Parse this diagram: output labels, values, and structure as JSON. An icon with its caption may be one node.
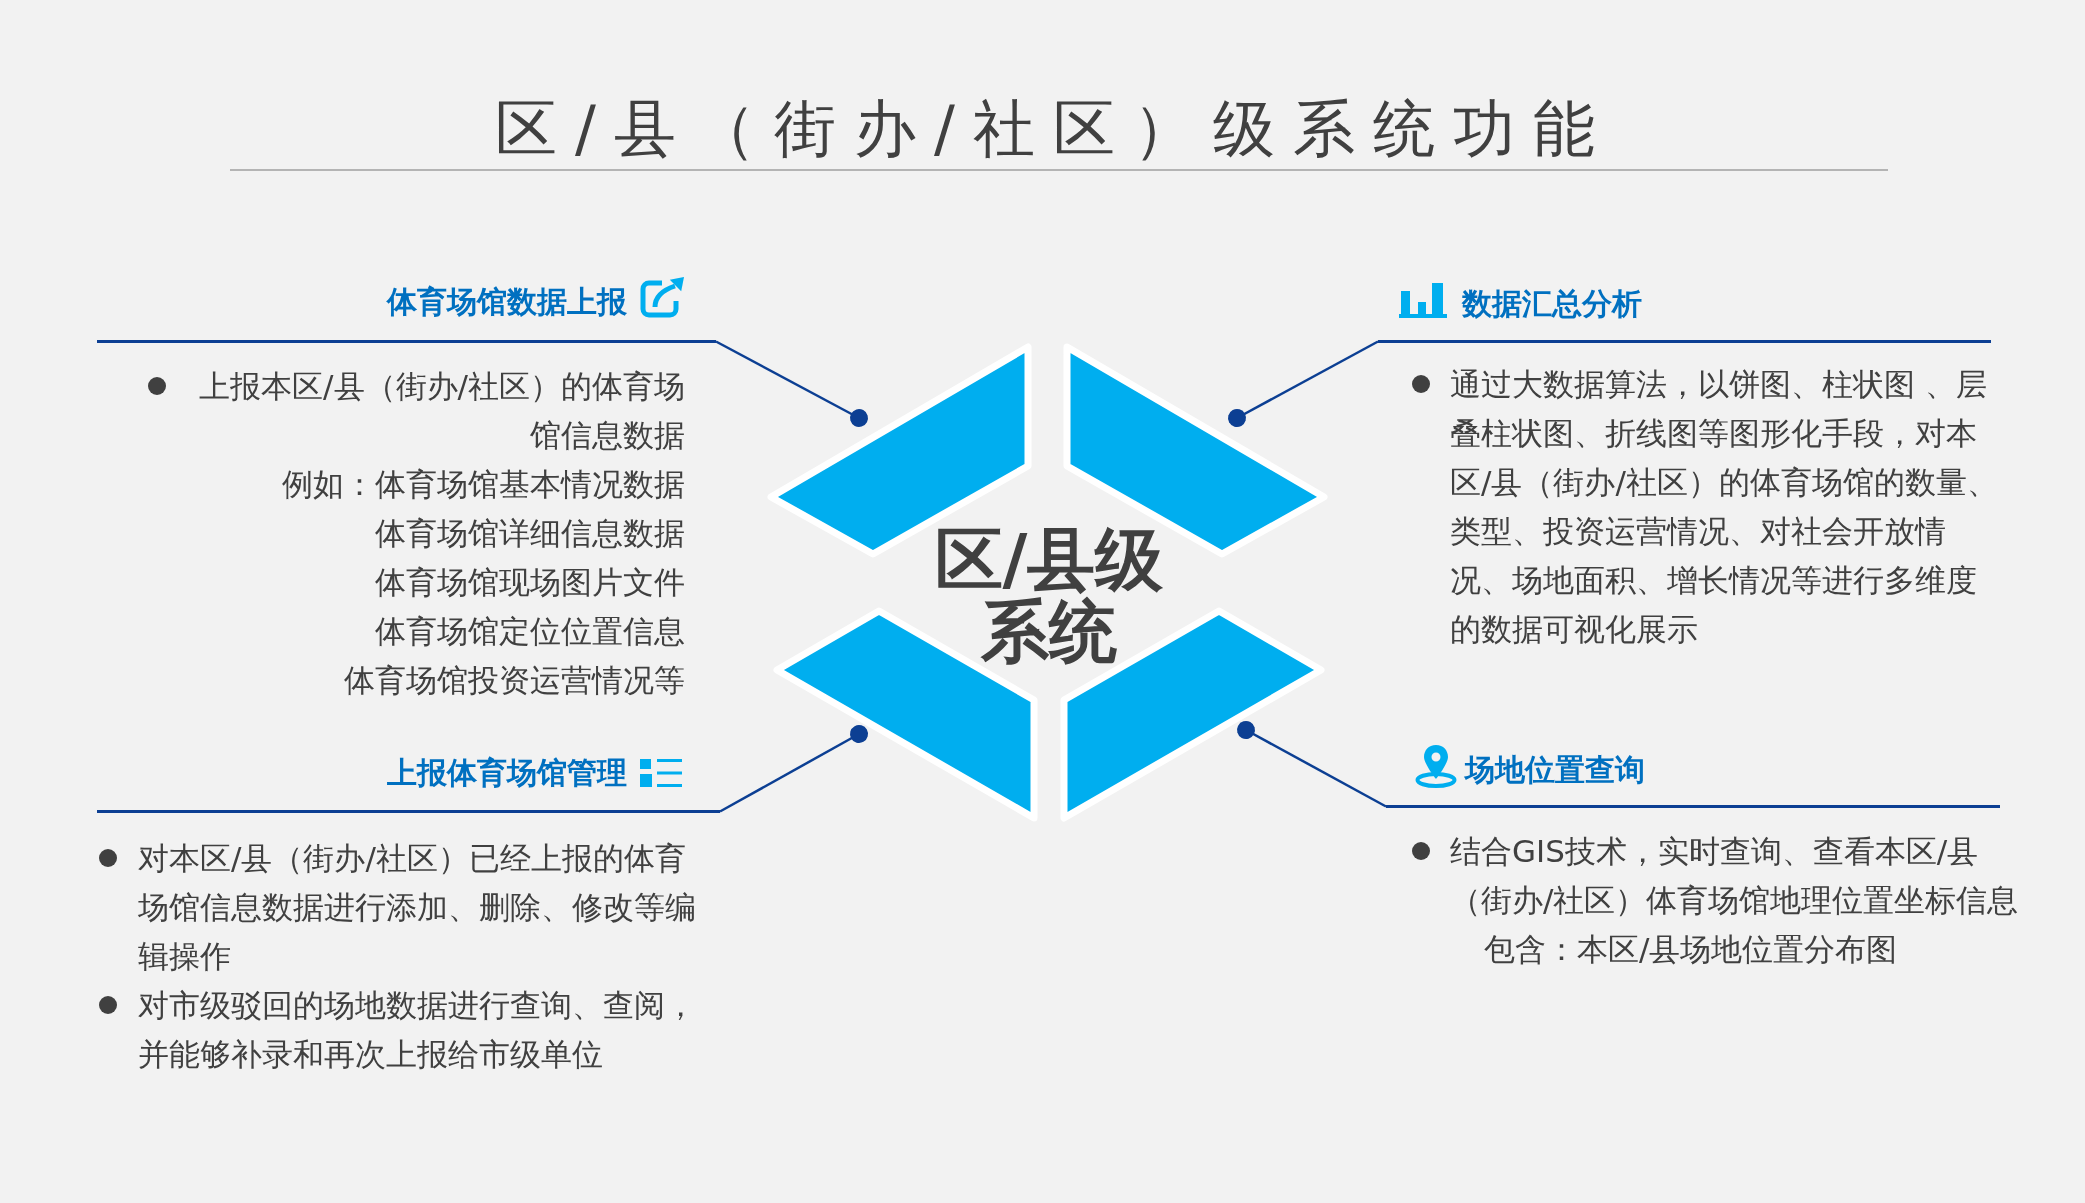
{
  "diagram": {
    "title": "区/县（街办/社区）级系统功能",
    "nodes": [
      {
        "text": [
          "体育场馆数据上报",
          "上报本区/县（街办/社区）的体育场馆信息数据",
          "例如：体育场馆基本情况数据",
          "体育场馆详细信息数据",
          "体育场馆现场图片文件",
          "体育场馆定位位置信息",
          "体育场馆投资运营情况等"
        ]
      },
      {
        "text": [
          "数据汇总分析",
          "通过大数据算法，以饼图、柱状图 、层叠柱状图、折线图等图形化手段，对本区/县（街办/社区）的体育场馆的数量、类型、投资运营情况、对社会开放情况、场地面积、增长情况等进行多维度的数据可视化展示"
        ]
      },
      {
        "text": [],
        "shape": "parallelogram"
      },
      {
        "text": [],
        "shape": "parallelogram"
      },
      {
        "text": [
          "区/县级系统"
        ]
      },
      {
        "text": [],
        "shape": "parallelogram"
      },
      {
        "text": [],
        "shape": "parallelogram"
      },
      {
        "text": [
          "上报体育场馆管理",
          "对本区/县（街办/社区）已经上报的体育场馆信息数据进行添加、删除、修改等编辑操作",
          "对市级驳回的场地数据进行查询、查阅，并能够补录和再次上报给市级单位"
        ]
      },
      {
        "text": [
          "场地位置查询",
          "结合GIS技术，实时查询、查看本区/县（街办/社区）体育场馆地理位置坐标信息",
          "包含：本区/县场地位置分布图"
        ]
      }
    ],
    "edges": [
      {
        "from": 0,
        "to": 2,
        "arrow": "other"
      },
      {
        "from": 1,
        "to": 3,
        "arrow": "other"
      },
      {
        "from": 7,
        "to": 5,
        "arrow": "other"
      },
      {
        "from": 8,
        "to": 6,
        "arrow": "other"
      }
    ]
  }
}
